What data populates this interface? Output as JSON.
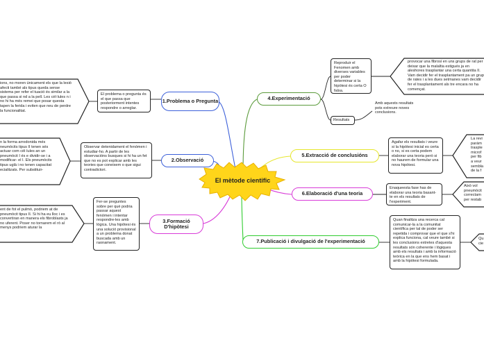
{
  "central": "El mètode cientific",
  "branches": {
    "b1": "1.Problema o Pregunta",
    "b2": "2.Observació",
    "b3": "3.Formació D'hipòtesi",
    "b4": "4.Experimentació",
    "b5": "5.Extracció de conclusións",
    "b6": "6.Elaboració d'una teoria",
    "b7": "7.Publicació i divulgació de l'experimentació"
  },
  "notes": {
    "n1": "El problema o pregunta és el que passa que posteriorment intentes respondre o arreglar.",
    "n2": "Observar detenidament el fenómen i estudiar-ho. A partir de les observacións busques si hi ha un fet que no es pot explicar amb les teories que coneixem o que sigui contradictori.",
    "n3": "Fer-se preguntes sobre per què podria passar aquest fenómen i intentar respondre-les amb lógica. Una hipòtesi és una solució provisional a un problema donat buscada amb un raonament.",
    "n4a": "Reproduir el Fenomen amb diverses variables per poder determinar si la hipòtesi és certa O falsa.",
    "n4b_label": "Resultats",
    "n4c": "Amb aquests resultats pots extreure noves conclusions.",
    "n5": "Agafar els resultats i veure si la hipòtesi inicial es certa o no, si es certa podem elaborar una teoria però si no haurem de formular una nova hipòtesi.",
    "n6": "Enaqueesta fase has de elaborar una teoria basant-te en els resultats de l'experiment.",
    "n7": "Quan finalitza una recerca cal comunicar-la a la comunitat científica per tal de poder ser repetida i comprovar que el que s'hi explica funciona, cal veure també si les conclusions extretes d'aquesta resultats són coherente i lògiques amb els resultats i amb la informació teòrica en la que ens hem basat i amb la hipòtesi formulada."
  },
  "cut": {
    "c1": "ions, no moren únicament els que la lesió afecti també als tipus queda sense sistema per refer el tuació és similar a la que passa si nd a la pell. Les cèl·lules n i no hi ha més remei que posar questa tapen la ferida i eviten que neu de perdre la funcionalitat.",
    "c2": "n la forma arrodonida més neumòcits tipus II tenen sés actuar com cèl·lules an un pneumòcit I és e dividir-se i a modificar- el I. Els pneumòcits tipus uglà i no tenen capacitat ecialitzats. Per substituir-",
    "c3": "ent de fot el pulmó, podriem at de pneumòcit tipus II. Si hi ha eu lloc i es convertiran en manera els fibroblasts ja no uferent. Poser no tornarem el rò al menys podriem aturar la",
    "c4": "provocar una fibrosi en uns grups de rat per deixar que la malaltia estigués ja en aleshores trasplantar una certa quantita II. Vam decidir fer el trasplantament pa un grup de rates i a les dues setmanes vam decidir fer el trasplantament als tre encara no ha començat.",
    "c5": "La revi parám trasple microf per fib a veur sembla de la f",
    "c6": "Això vol pneumòcit correctam per restab",
    "c7": "Qu cie"
  },
  "colors": {
    "b1": "#3b5fd9",
    "b2": "#3b5fd9",
    "b3": "#d83ad8",
    "b4": "#5a9a3a",
    "b5": "#e6e62a",
    "b6": "#d83ad8",
    "b7": "#2fcc2f",
    "central": "#ffd51a"
  }
}
